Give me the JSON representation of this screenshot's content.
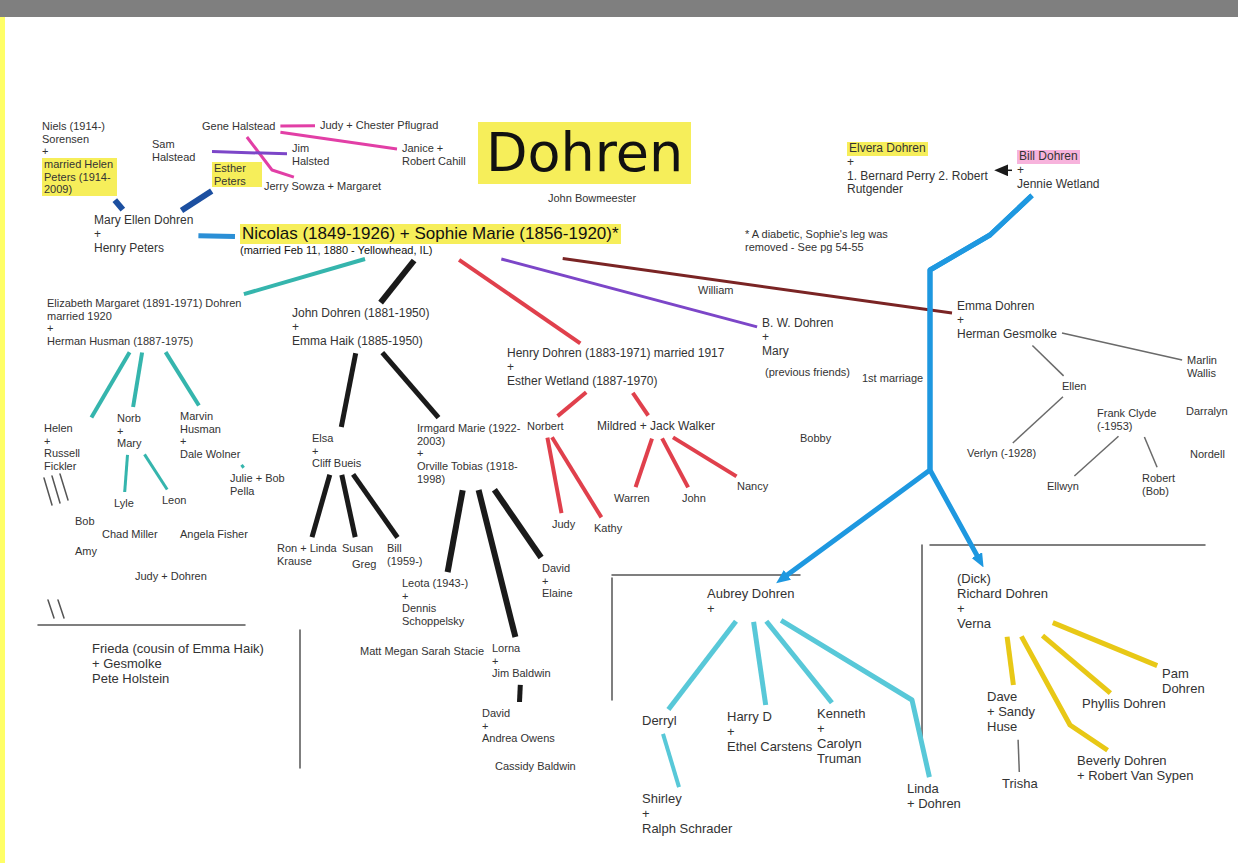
{
  "diagram": {
    "title": "Dohren",
    "nodes": [
      {
        "text": [
          "Nicolas (1849-1926) + Sophie Marie (1856-1920)*",
          "(married Feb 11, 1880 - Yellowhead, IL)"
        ]
      },
      {
        "text": [
          "Niels (1914-) Sorensen",
          "+",
          "married Helen Peters (1914-2009)"
        ]
      },
      {
        "text": [
          "Gene Halstead"
        ]
      },
      {
        "text": [
          "Sam Halstead"
        ]
      },
      {
        "text": [
          "Jim Halsted"
        ]
      },
      {
        "text": [
          "Esther Peters"
        ]
      },
      {
        "text": [
          "Jerry Sowza + Margaret"
        ]
      },
      {
        "text": [
          "Judy + Chester Pflugrad"
        ]
      },
      {
        "text": [
          "Janice + Robert Cahill"
        ]
      },
      {
        "text": [
          "Mary Ellen Dohren",
          "+",
          "Henry Peters"
        ]
      },
      {
        "text": [
          "Elizabeth Margaret (1891-1971) Dohren married 1920",
          "+",
          "Herman Husman (1887-1975)"
        ]
      },
      {
        "text": [
          "John Dohren (1881-1950)",
          "+",
          "Emma Haik (1885-1950)"
        ]
      },
      {
        "text": [
          "Henry Dohren (1883-1971) married 1917",
          "+",
          "Esther Wetland (1887-1970)"
        ]
      },
      {
        "text": [
          "B. W. Dohren",
          "+",
          "Mary"
        ]
      },
      {
        "text": [
          "Emma Dohren",
          "+",
          "Herman Gesmolke"
        ]
      },
      {
        "text": [
          "Elvera Dohren",
          "+",
          "1. Bernard Perry 2. Robert Rutgender"
        ]
      },
      {
        "text": [
          "Bill Dohren",
          "+",
          "Jennie Wetland"
        ]
      },
      {
        "text": [
          "Ellen"
        ]
      },
      {
        "text": [
          "Frank Clyde (-1953)"
        ]
      },
      {
        "text": [
          "Marlin Wallis"
        ]
      },
      {
        "text": [
          "Verlyn (-1928)"
        ]
      },
      {
        "text": [
          "Ellwyn"
        ]
      },
      {
        "text": [
          "Robert (Bob)"
        ]
      },
      {
        "text": [
          "Helen",
          "+",
          "Russell Fickler"
        ]
      },
      {
        "text": [
          "Norb",
          "+",
          "Mary"
        ]
      },
      {
        "text": [
          "Marvin Husman",
          "+",
          "Dale Wolner"
        ]
      },
      {
        "text": [
          "Lyle"
        ]
      },
      {
        "text": [
          "Leon"
        ]
      },
      {
        "text": [
          "Julie + Bob Pella"
        ]
      },
      {
        "text": [
          "Elsa",
          "+",
          "Cliff Bueis"
        ]
      },
      {
        "text": [
          "Irmgard Marie (1922-2003)",
          "+",
          "Orville Tobias (1918-1998)"
        ]
      },
      {
        "text": [
          "Ron + Linda Krause"
        ]
      },
      {
        "text": [
          "Susan"
        ]
      },
      {
        "text": [
          "Bill (1959-)"
        ]
      },
      {
        "text": [
          "Leota (1943-)",
          "+",
          "Dennis Schoppelsky"
        ]
      },
      {
        "text": [
          "Lorna",
          "+",
          "Jim Baldwin"
        ]
      },
      {
        "text": [
          "David",
          "+",
          "Elaine"
        ]
      },
      {
        "text": [
          "David",
          "+",
          "Andrea Owens"
        ]
      },
      {
        "text": [
          "Norbert"
        ]
      },
      {
        "text": [
          "Mildred + Jack Walker"
        ]
      },
      {
        "text": [
          "Warren"
        ]
      },
      {
        "text": [
          "John"
        ]
      },
      {
        "text": [
          "Nancy"
        ]
      },
      {
        "text": [
          "Judy"
        ]
      },
      {
        "text": [
          "Kathy"
        ]
      },
      {
        "text": [
          "Frieda (cousin of Emma Haik)",
          "+ Gesmolke",
          "Pete Holstein"
        ]
      },
      {
        "text": [
          "Aubrey Dohren",
          "+"
        ]
      },
      {
        "text": [
          "Derryl"
        ]
      },
      {
        "text": [
          "Harry D",
          "+",
          "Ethel Carstens"
        ]
      },
      {
        "text": [
          "Kenneth",
          "+",
          "Carolyn Truman"
        ]
      },
      {
        "text": [
          "Linda",
          "+ Dohren"
        ]
      },
      {
        "text": [
          "Shirley",
          "+",
          "Ralph Schrader"
        ]
      },
      {
        "text": [
          "(Dick)",
          "Richard Dohren",
          "+",
          "Verna"
        ]
      },
      {
        "text": [
          "Dave",
          "+ Sandy Huse"
        ]
      },
      {
        "text": [
          "Phyllis Dohren"
        ]
      },
      {
        "text": [
          "Beverly Dohren",
          "+ Robert Van Sypen"
        ]
      },
      {
        "text": [
          "Pam Dohren"
        ]
      },
      {
        "text": [
          "Trisha"
        ]
      }
    ],
    "edges": [
      {
        "from": 9,
        "to": 1,
        "arrow": "none"
      },
      {
        "from": 9,
        "to": 5,
        "arrow": "none"
      },
      {
        "from": 2,
        "to": 7,
        "arrow": "none"
      },
      {
        "from": 2,
        "to": 8,
        "arrow": "none"
      },
      {
        "from": 2,
        "to": 6,
        "arrow": "none"
      },
      {
        "from": 3,
        "to": 4,
        "arrow": "none"
      },
      {
        "from": 0,
        "to": 9,
        "arrow": "none"
      },
      {
        "from": 0,
        "to": 10,
        "arrow": "none"
      },
      {
        "from": 0,
        "to": 11,
        "arrow": "none"
      },
      {
        "from": 0,
        "to": 12,
        "arrow": "none"
      },
      {
        "from": 0,
        "to": 13,
        "arrow": "none"
      },
      {
        "from": 0,
        "to": 14,
        "arrow": "none"
      },
      {
        "from": 10,
        "to": 23,
        "arrow": "none"
      },
      {
        "from": 10,
        "to": 24,
        "arrow": "none"
      },
      {
        "from": 10,
        "to": 25,
        "arrow": "none"
      },
      {
        "from": 24,
        "to": 26,
        "arrow": "none"
      },
      {
        "from": 24,
        "to": 27,
        "arrow": "none"
      },
      {
        "from": 25,
        "to": 28,
        "arrow": "none"
      },
      {
        "from": 11,
        "to": 29,
        "arrow": "none"
      },
      {
        "from": 11,
        "to": 30,
        "arrow": "none"
      },
      {
        "from": 29,
        "to": 31,
        "arrow": "none"
      },
      {
        "from": 29,
        "to": 32,
        "arrow": "none"
      },
      {
        "from": 29,
        "to": 33,
        "arrow": "none"
      },
      {
        "from": 30,
        "to": 34,
        "arrow": "none"
      },
      {
        "from": 30,
        "to": 35,
        "arrow": "none"
      },
      {
        "from": 30,
        "to": 36,
        "arrow": "none"
      },
      {
        "from": 35,
        "to": 37,
        "arrow": "none"
      },
      {
        "from": 12,
        "to": 38,
        "arrow": "none"
      },
      {
        "from": 12,
        "to": 39,
        "arrow": "none"
      },
      {
        "from": 38,
        "to": 43,
        "arrow": "none"
      },
      {
        "from": 38,
        "to": 44,
        "arrow": "none"
      },
      {
        "from": 39,
        "to": 40,
        "arrow": "none"
      },
      {
        "from": 39,
        "to": 41,
        "arrow": "none"
      },
      {
        "from": 39,
        "to": 42,
        "arrow": "none"
      },
      {
        "from": 14,
        "to": 17,
        "arrow": "none"
      },
      {
        "from": 14,
        "to": 19,
        "arrow": "none"
      },
      {
        "from": 17,
        "to": 20,
        "arrow": "none"
      },
      {
        "from": 18,
        "to": 21,
        "arrow": "none"
      },
      {
        "from": 18,
        "to": 22,
        "arrow": "none"
      },
      {
        "from": 16,
        "to": 15,
        "arrow": "to"
      },
      {
        "from": 16,
        "to": 46,
        "arrow": "to"
      },
      {
        "from": 16,
        "to": 52,
        "arrow": "to"
      },
      {
        "from": 46,
        "to": 47,
        "arrow": "none"
      },
      {
        "from": 46,
        "to": 48,
        "arrow": "none"
      },
      {
        "from": 46,
        "to": 49,
        "arrow": "none"
      },
      {
        "from": 46,
        "to": 50,
        "arrow": "none"
      },
      {
        "from": 47,
        "to": 51,
        "arrow": "none"
      },
      {
        "from": 52,
        "to": 53,
        "arrow": "none"
      },
      {
        "from": 52,
        "to": 54,
        "arrow": "none"
      },
      {
        "from": 52,
        "to": 55,
        "arrow": "none"
      },
      {
        "from": 52,
        "to": 56,
        "arrow": "none"
      },
      {
        "from": 53,
        "to": 57,
        "arrow": "none"
      }
    ],
    "labels": [
      "* A diabetic, Sophie's leg was removed - See pg 54-55",
      "John Bowmeester",
      "William",
      "(previous friends)",
      "1st marriage",
      "Bobby",
      "Greg",
      "Matt Megan Sarah Stacie",
      "Cassidy Baldwin",
      "Bob",
      "Amy",
      "Chad Miller",
      "Angela Fisher",
      "Judy + Dohren",
      "Nordell",
      "Darralyn"
    ]
  }
}
